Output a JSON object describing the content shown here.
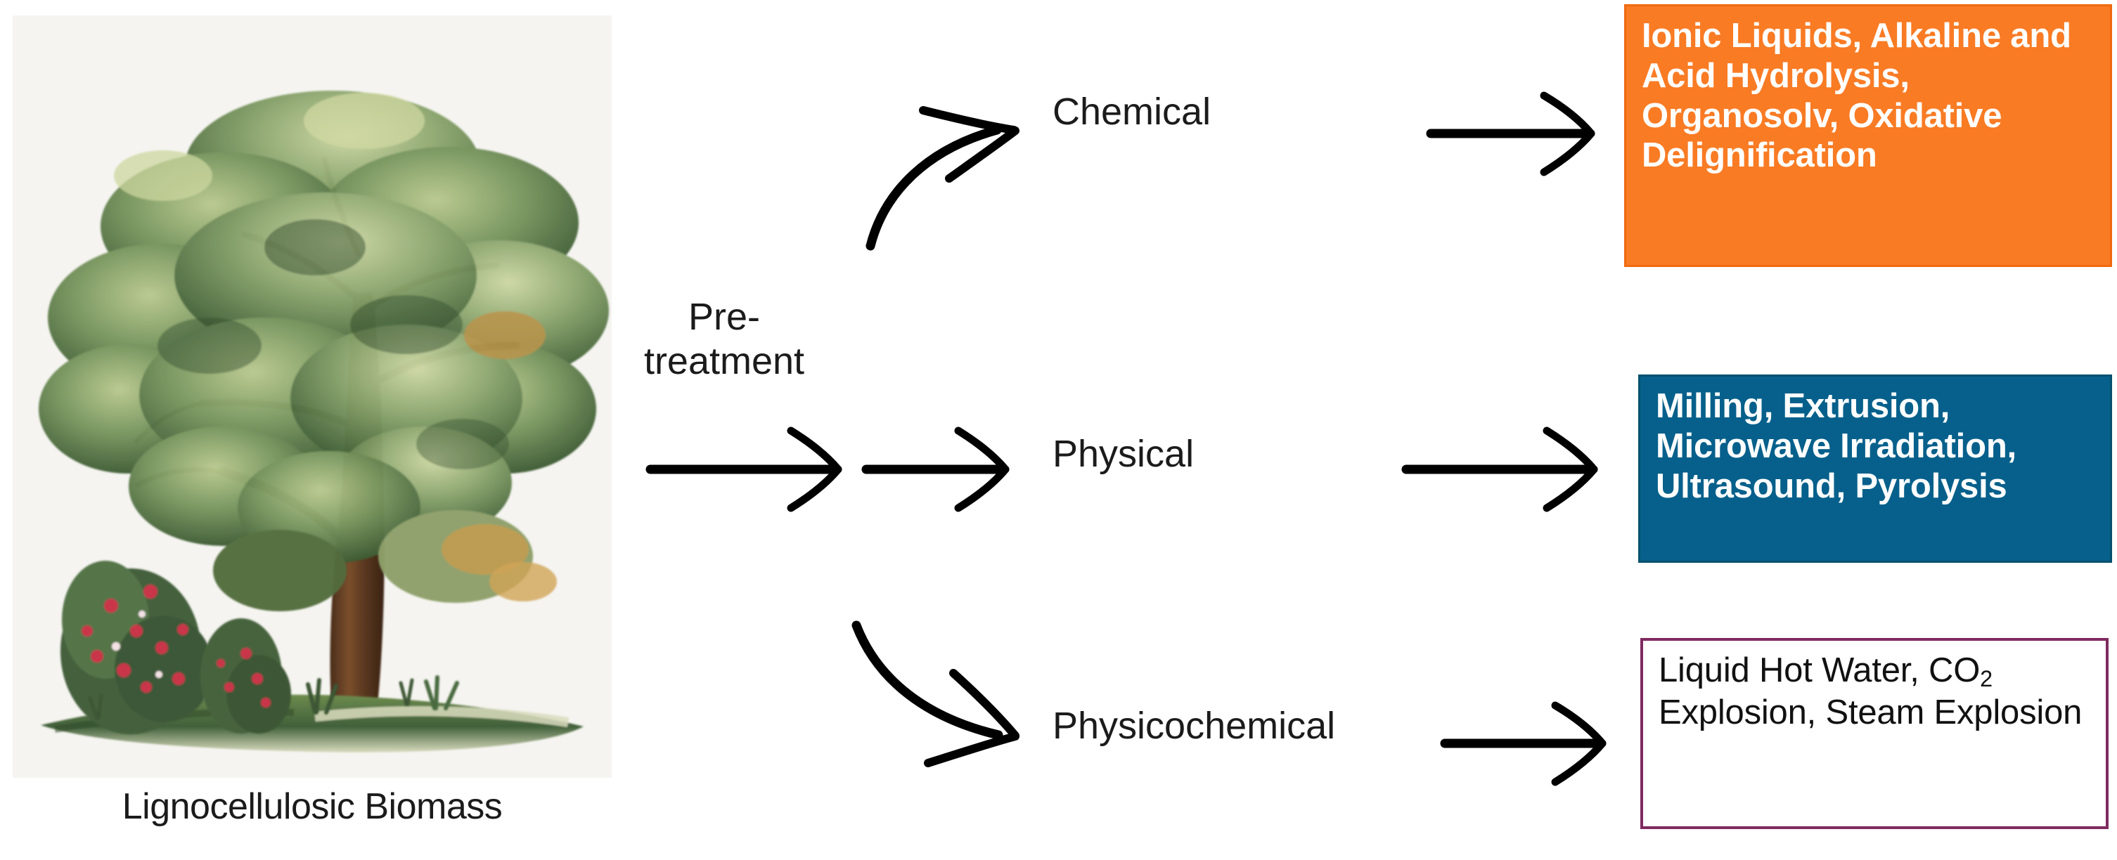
{
  "figure": {
    "type": "flow-diagram",
    "title": "Lignocellulosic Biomass Pretreatment Routes",
    "background_color": "#ffffff"
  },
  "source": {
    "caption": "Lignocellulosic Biomass",
    "image_alt": "Botanical illustration of a broadleaf tree with flowering shrubs on grass",
    "panel_background": "#f5f4f0"
  },
  "process": {
    "label_line1": "Pre-",
    "label_line2": "treatment"
  },
  "branches": [
    {
      "id": "chemical",
      "label": "Chemical",
      "result": "Ionic Liquids, Alkaline and Acid Hydrolysis, Organosolv, Oxidative Delignification",
      "result_style": "filled-orange",
      "fill_color": "#f97b24",
      "text_color": "#ffffff"
    },
    {
      "id": "physical",
      "label": "Physical",
      "result": "Milling, Extrusion, Microwave Irradiation, Ultrasound, Pyrolysis",
      "result_style": "filled-blue",
      "fill_color": "#06608b",
      "text_color": "#ffffff"
    },
    {
      "id": "physicochemical",
      "label": "Physicochemical",
      "result_prefix": "Liquid Hot Water, CO",
      "result_sub": "2",
      "result_suffix": " Explosion, Steam Explosion",
      "result_style": "outlined-purple",
      "border_color": "#7f2a60",
      "text_color": "#111111"
    }
  ],
  "arrows": {
    "stroke_color": "#000000",
    "items": [
      {
        "name": "biomass-to-pretreatment",
        "kind": "straight"
      },
      {
        "name": "pretreatment-to-chemical",
        "kind": "curved-up"
      },
      {
        "name": "pretreatment-to-physical",
        "kind": "straight"
      },
      {
        "name": "pretreatment-to-physicochemical",
        "kind": "curved-down"
      },
      {
        "name": "chemical-to-result",
        "kind": "straight"
      },
      {
        "name": "physical-to-result",
        "kind": "straight"
      },
      {
        "name": "physicochemical-to-result",
        "kind": "straight"
      }
    ]
  }
}
